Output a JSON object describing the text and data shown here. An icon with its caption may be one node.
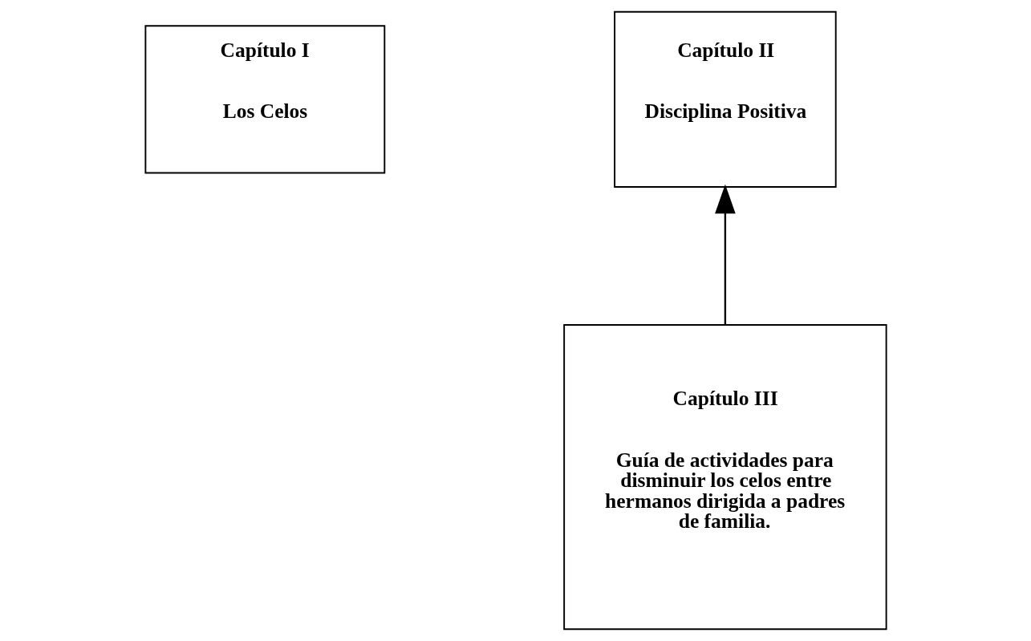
{
  "diagram": {
    "nodes": [
      {
        "text": [
          "Capítulo I",
          "Los Celos"
        ]
      },
      {
        "text": [
          "Capítulo II",
          "Disciplina Positiva"
        ]
      },
      {
        "text": [
          "Capítulo III",
          "Guía de actividades para disminuir los celos entre hermanos dirigida a padres de familia."
        ]
      }
    ],
    "edges": [
      {
        "from": 2,
        "to": 1,
        "arrow": "to"
      }
    ]
  }
}
